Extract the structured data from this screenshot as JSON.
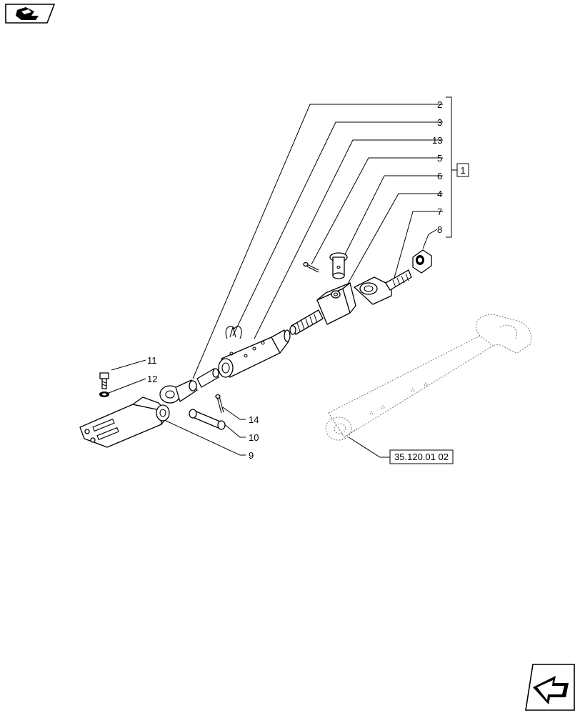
{
  "callouts": [
    {
      "id": "c2",
      "label": "2"
    },
    {
      "id": "c3",
      "label": "3"
    },
    {
      "id": "c13",
      "label": "13"
    },
    {
      "id": "c5",
      "label": "5"
    },
    {
      "id": "c6",
      "label": "6"
    },
    {
      "id": "c4",
      "label": "4"
    },
    {
      "id": "c7",
      "label": "7"
    },
    {
      "id": "c8",
      "label": "8"
    },
    {
      "id": "c11",
      "label": "11"
    },
    {
      "id": "c12",
      "label": "12"
    },
    {
      "id": "c14",
      "label": "14"
    },
    {
      "id": "c10",
      "label": "10"
    },
    {
      "id": "c9",
      "label": "9"
    }
  ],
  "group_label": "1",
  "reference_label": "35.120.01 02",
  "icons": {
    "top_left": "book-hand-icon",
    "bottom_right": "next-page-arrow-icon"
  }
}
